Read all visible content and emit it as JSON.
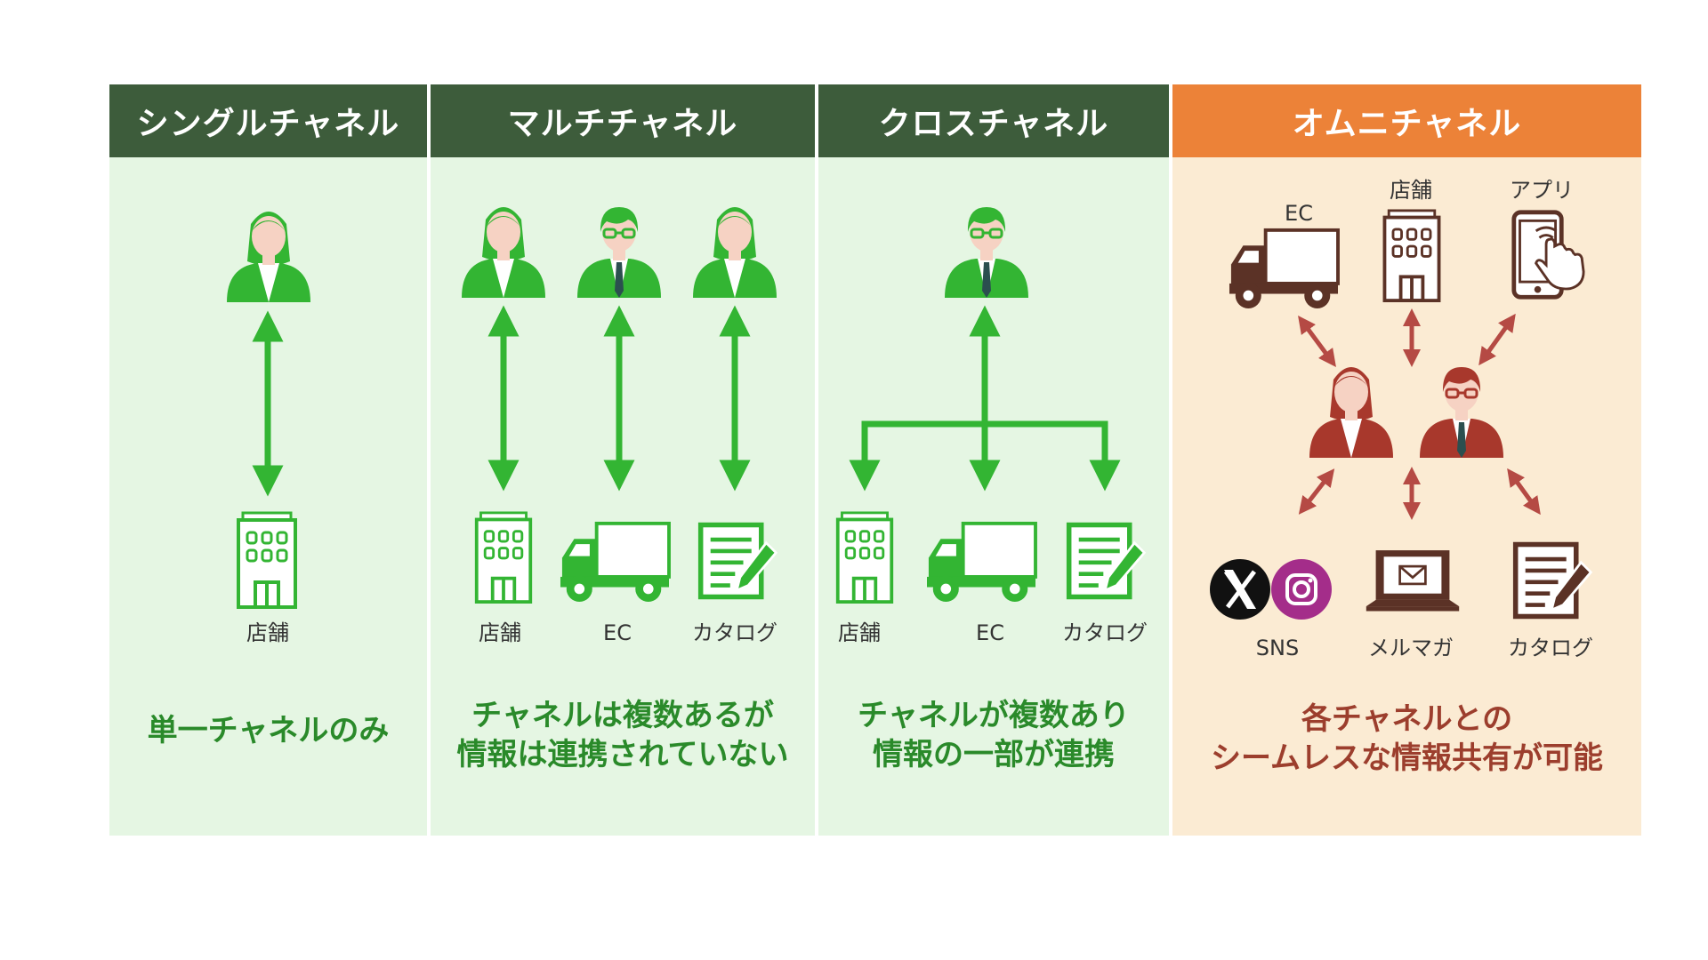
{
  "panels": [
    {
      "title": "シングルチャネル",
      "labels": {
        "store": "店舗"
      },
      "caption": "単一チャネルのみ"
    },
    {
      "title": "マルチチャネル",
      "labels": {
        "store": "店舗",
        "ec": "EC",
        "catalog": "カタログ"
      },
      "caption": "チャネルは複数あるが\n情報は連携されていない"
    },
    {
      "title": "クロスチャネル",
      "labels": {
        "store": "店舗",
        "ec": "EC",
        "catalog": "カタログ"
      },
      "caption": "チャネルが複数あり\n情報の一部が連携"
    },
    {
      "title": "オムニチャネル",
      "labels": {
        "ec": "EC",
        "store": "店舗",
        "app": "アプリ",
        "sns": "SNS",
        "mailmag": "メルマガ",
        "catalog": "カタログ"
      },
      "caption": "各チャネルとの\nシームレスな情報共有が可能"
    }
  ],
  "colors": {
    "dark_green_header": "#3d5c3b",
    "orange_header": "#ec8238",
    "green_arrow": "#33b533",
    "red_arrow": "#b54a44",
    "green_bg": "#e5f6e3",
    "orange_bg": "#fbebd3"
  },
  "icons": [
    "person-icon",
    "store-icon",
    "truck-icon",
    "catalog-icon",
    "smartphone-icon",
    "x-logo-icon",
    "instagram-icon",
    "laptop-mail-icon"
  ]
}
